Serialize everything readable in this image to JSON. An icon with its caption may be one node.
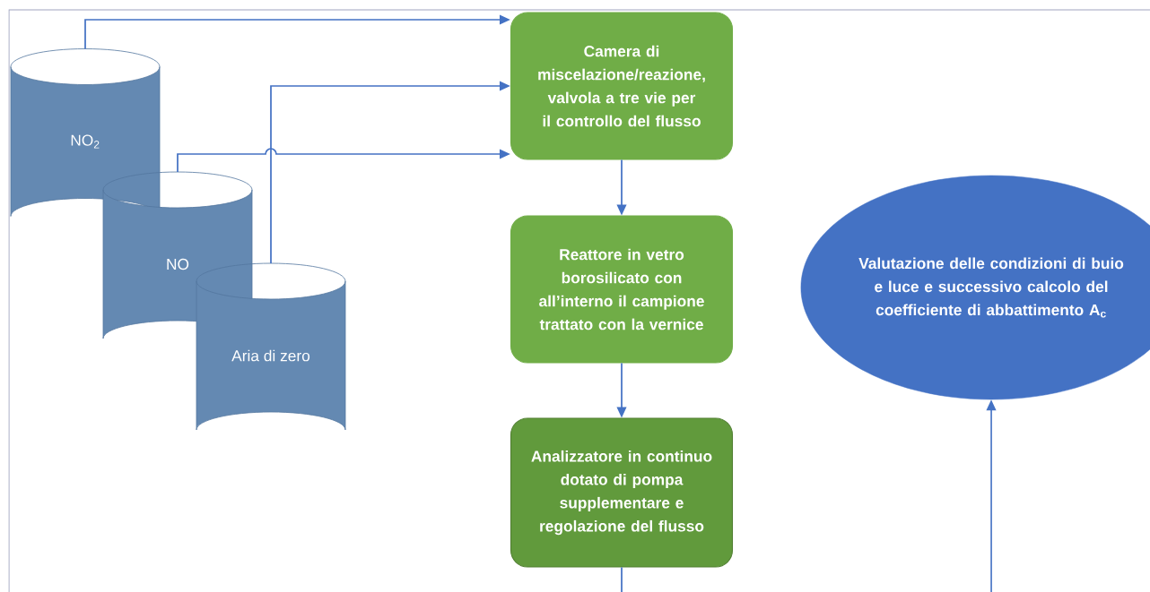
{
  "diagram": {
    "nodes": [
      {
        "text": [
          "NO$_{2}$"
        ]
      },
      {
        "text": [
          "NO"
        ]
      },
      {
        "text": [
          "Aria di zero"
        ]
      },
      {
        "text": [
          "Camera di miscelazione/reazione, valvola a tre vie per il controllo del flusso"
        ]
      },
      {
        "text": [
          "Reattore in vetro borosilicato con all’interno il campione trattato con la vernice"
        ]
      },
      {
        "text": [
          "Analizzatore in continuo dotato di pompa supplementare e regolazione del flusso"
        ]
      },
      {
        "text": [
          "Valutazione delle condizioni di buio e luce e successivo calcolo del coefficiente di abbattimento A$_{c}$"
        ]
      }
    ],
    "edges": [
      {
        "from": 0,
        "to": 3,
        "arrow": "to"
      },
      {
        "from": 2,
        "to": 3,
        "arrow": "to"
      },
      {
        "from": 1,
        "to": 3,
        "arrow": "to"
      },
      {
        "from": 3,
        "to": 4,
        "arrow": "to"
      },
      {
        "from": 4,
        "to": 5,
        "arrow": "to"
      },
      {
        "from": 5,
        "to": null,
        "arrow": "none"
      },
      {
        "from": null,
        "to": 6,
        "arrow": "to"
      }
    ]
  }
}
